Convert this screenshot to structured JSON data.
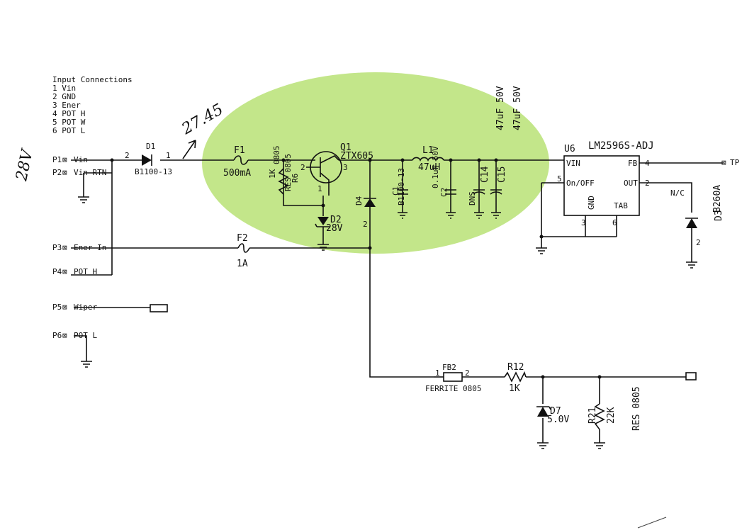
{
  "handwritten": {
    "input_voltage": "28V",
    "node_voltage": "27.45"
  },
  "input_connections": {
    "title": "Input Connections",
    "lines": [
      "1 Vin",
      "2 GND",
      "3 Ener",
      "4 POT H",
      "5 POT W",
      "6 POT L"
    ]
  },
  "ports": {
    "p1": {
      "ref": "P1",
      "label": "Vin"
    },
    "p2": {
      "ref": "P2",
      "label": "Vin RTN"
    },
    "p3": {
      "ref": "P3",
      "label": "Ener In"
    },
    "p4": {
      "ref": "P4",
      "label": "POT H"
    },
    "p5": {
      "ref": "P5",
      "label": "Wiper"
    },
    "p6": {
      "ref": "P6",
      "label": "POT L"
    }
  },
  "components": {
    "d1": {
      "ref": "D1",
      "part": "B1100-13",
      "pin_a": "2",
      "pin_k": "1"
    },
    "f1": {
      "ref": "F1",
      "value": "500mA"
    },
    "f2": {
      "ref": "F2",
      "value": "1A"
    },
    "r6": {
      "ref": "R6",
      "value": "1K",
      "pkg": "RES 0805",
      "pkg_right": "0805"
    },
    "q1": {
      "ref": "Q1",
      "part": "ZTX605",
      "pin_b": "2",
      "pin_c": "3",
      "pin_e": "1"
    },
    "d2": {
      "ref": "D2",
      "value": "28V"
    },
    "d4": {
      "ref": "D4",
      "part": "B1100-13",
      "pin": "2"
    },
    "l1": {
      "ref": "L1",
      "value": "47uH"
    },
    "c1": {
      "ref": "C1",
      "value": "0.1uF 50V"
    },
    "c2": {
      "ref": "C2",
      "value": "DNS"
    },
    "c14": {
      "ref": "C14",
      "value": "47uF 50V"
    },
    "c15": {
      "ref": "C15",
      "value": "47uF 50V"
    },
    "u6": {
      "ref": "U6",
      "part": "LM2596S-ADJ",
      "vin": "VIN",
      "fb": "FB",
      "onoff": "On/OFF",
      "out": "OUT",
      "gnd": "GND",
      "tab": "TAB",
      "pin_onoff": "5",
      "pin_fb": "4",
      "pin_out": "2",
      "pin_gnd": "3",
      "pin_tab": "6"
    },
    "d3": {
      "ref": "D3",
      "part": "B260A",
      "pin": "2",
      "nc": "N/C"
    },
    "tp": {
      "label": "TP"
    },
    "fb2": {
      "ref": "FB2",
      "value": "FERRITE 0805",
      "pin1": "1",
      "pin2": "2"
    },
    "r12": {
      "ref": "R12",
      "value": "1K"
    },
    "d7": {
      "ref": "D7",
      "value": "5.0V"
    },
    "r21": {
      "ref": "R21",
      "value": "22K",
      "pkg": "RES 0805"
    }
  },
  "highlight_color": "#c3e68a",
  "wire_color": "#111111"
}
